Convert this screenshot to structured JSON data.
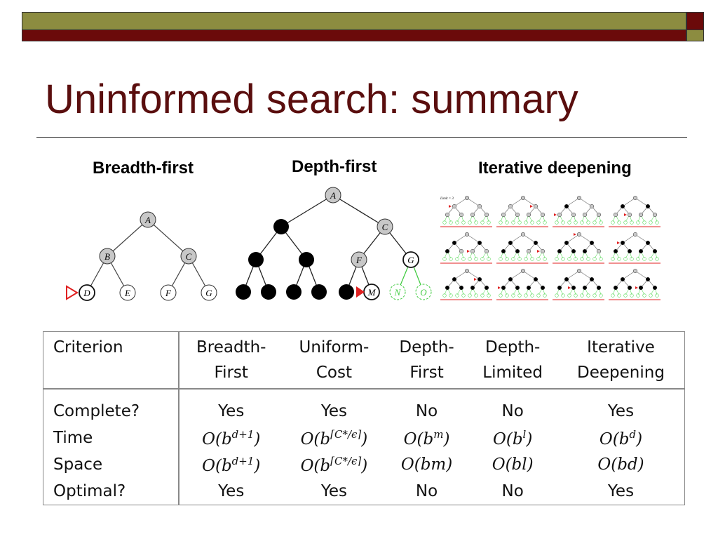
{
  "slide": {
    "title": "Uninformed search: summary",
    "colors": {
      "title": "#5a0e0e",
      "olive": "#8c8c40",
      "maroon": "#6b0a0a"
    }
  },
  "figures": {
    "breadth_first": {
      "label": "Breadth-first",
      "nodes": [
        "A",
        "B",
        "C",
        "D",
        "E",
        "F",
        "G"
      ]
    },
    "depth_first": {
      "label": "Depth-first",
      "nodes": [
        "A",
        "C",
        "F",
        "G",
        "M",
        "N",
        "O"
      ]
    },
    "iterative_deepening": {
      "label": "Iterative deepening",
      "panel_caption": "Limit = 3"
    }
  },
  "table": {
    "header": {
      "criterion": "Criterion",
      "columns": [
        [
          "Breadth-",
          "First"
        ],
        [
          "Uniform-",
          "Cost"
        ],
        [
          "Depth-",
          "First"
        ],
        [
          "Depth-",
          "Limited"
        ],
        [
          "Iterative",
          "Deepening"
        ]
      ]
    },
    "rows": [
      {
        "label": "Complete?",
        "cells": [
          {
            "text": "Yes"
          },
          {
            "text": "Yes"
          },
          {
            "text": "No"
          },
          {
            "text": "No"
          },
          {
            "text": "Yes"
          }
        ]
      },
      {
        "label": "Time",
        "cells": [
          {
            "base": "O(b",
            "sup": "d+1",
            "close": ")"
          },
          {
            "base": "O(b",
            "sup": "⌈C*/ϵ⌉",
            "close": ")"
          },
          {
            "base": "O(b",
            "sup": "m",
            "close": ")"
          },
          {
            "base": "O(b",
            "sup": "l",
            "close": ")"
          },
          {
            "base": "O(b",
            "sup": "d",
            "close": ")"
          }
        ]
      },
      {
        "label": "Space",
        "cells": [
          {
            "base": "O(b",
            "sup": "d+1",
            "close": ")"
          },
          {
            "base": "O(b",
            "sup": "⌈C*/ϵ⌉",
            "close": ")"
          },
          {
            "base": "O(bm)",
            "sup": "",
            "close": ""
          },
          {
            "base": "O(bl)",
            "sup": "",
            "close": ""
          },
          {
            "base": "O(bd)",
            "sup": "",
            "close": ""
          }
        ]
      },
      {
        "label": "Optimal?",
        "cells": [
          {
            "text": "Yes"
          },
          {
            "text": "Yes"
          },
          {
            "text": "No"
          },
          {
            "text": "No"
          },
          {
            "text": "Yes"
          }
        ]
      }
    ]
  }
}
